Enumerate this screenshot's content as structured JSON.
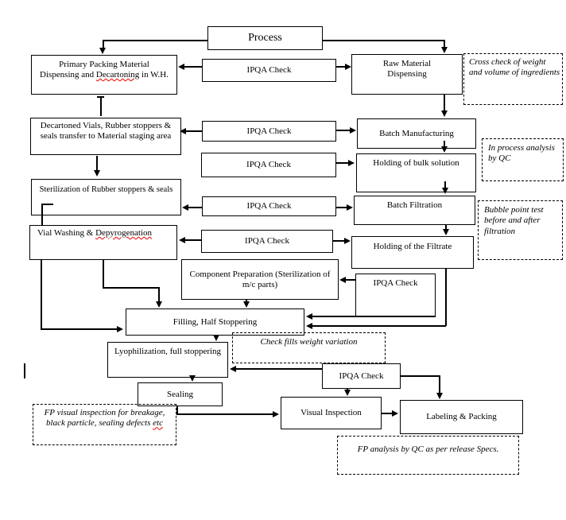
{
  "flowchart": {
    "process_label": "Process",
    "ipqa_check_label": "IPQA Check",
    "boxes": {
      "primary_packing": {
        "pre": "Primary Packing Material\nDispensing and ",
        "marked": "Decartoning",
        "post": " in W.H."
      },
      "raw_material": "Raw Material\nDispensing",
      "decartoned_vials": "Decartoned Vials, Rubber stoppers &\nseals transfer to Material staging area",
      "batch_manufacturing": "Batch Manufacturing",
      "holding_bulk_solution": "Holding of bulk solution",
      "sterilization_stoppers": "Sterilization of Rubber stoppers & seals",
      "batch_filtration": "Batch Filtration",
      "vial_washing": {
        "pre": "Vial Washing & ",
        "marked": "Depyrogenation",
        "post": ""
      },
      "holding_filtrate": "Holding of the Filtrate",
      "component_preparation": "Component Preparation (Sterilization of\nm/c parts)",
      "filling": "Filling, Half Stoppering",
      "lyophilization": "Lyophilization, full stoppering",
      "sealing": "Sealing",
      "visual_inspection": "Visual Inspection",
      "labeling_packing": "Labeling & Packing"
    },
    "annotations": {
      "cross_check": "Cross check of weight\nand volume of ingredients",
      "in_process_qc": "In process analysis\nby QC",
      "bubble_point": "Bubble point test\nbefore and after\nfiltration",
      "check_fills": "Check fills weight variation",
      "fp_visual": {
        "pre": "FP visual inspection for breakage,\nblack particle, sealing defects ",
        "marked": "etc",
        "post": ""
      },
      "fp_analysis": "FP analysis by QC as per release Specs."
    },
    "colors": {
      "line": "#000000",
      "box_background": "#ffffff",
      "spellcheck_underline": "#ee0000"
    }
  }
}
